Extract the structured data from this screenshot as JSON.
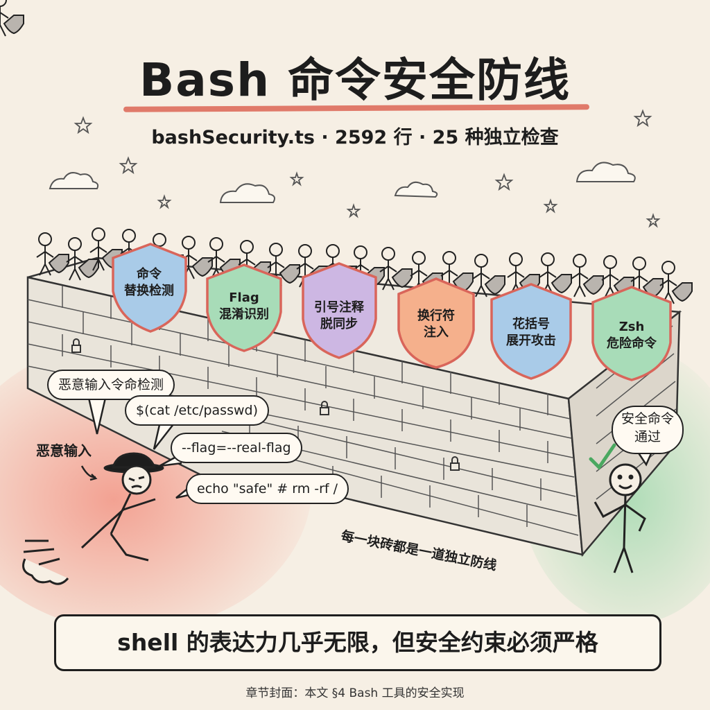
{
  "header": {
    "title": "Bash 命令安全防线",
    "subtitle": "bashSecurity.ts · 2592 行 · 25 种独立检查"
  },
  "shields": [
    {
      "line1": "命令",
      "line2": "替换检测",
      "color": "#a9cbe8"
    },
    {
      "line1": "Flag",
      "line2": "混淆识别",
      "color": "#a8dcb8"
    },
    {
      "line1": "引号注释",
      "line2": "脱同步",
      "color": "#cdb7e3"
    },
    {
      "line1": "换行符",
      "line2": "注入",
      "color": "#f5b08c"
    },
    {
      "line1": "花括号",
      "line2": "展开攻击",
      "color": "#a9cbe8"
    },
    {
      "line1": "Zsh",
      "line2": "危险命令",
      "color": "#a8dcb8"
    }
  ],
  "left_scene": {
    "label": "恶意输入",
    "bubbles": [
      "恶意输入令命检测",
      "$(cat /etc/passwd)",
      "--flag=--real-flag",
      "echo \"safe\" # rm -rf /"
    ]
  },
  "right_scene": {
    "bubble_line1": "安全命令",
    "bubble_line2": "通过",
    "check": "✔"
  },
  "wall_caption": "每一块砖都是一道独立防线",
  "footer": {
    "slogan": "shell 的表达力几乎无限，但安全约束必须严格",
    "caption": "章节封面：本文 §4 Bash 工具的安全实现"
  },
  "colors": {
    "accent": "#e07a6a",
    "danger_glow": "#f09a88",
    "safe_glow": "#a9dcb6",
    "brick": "#e9e4da",
    "shield_border": "#d9655a"
  }
}
